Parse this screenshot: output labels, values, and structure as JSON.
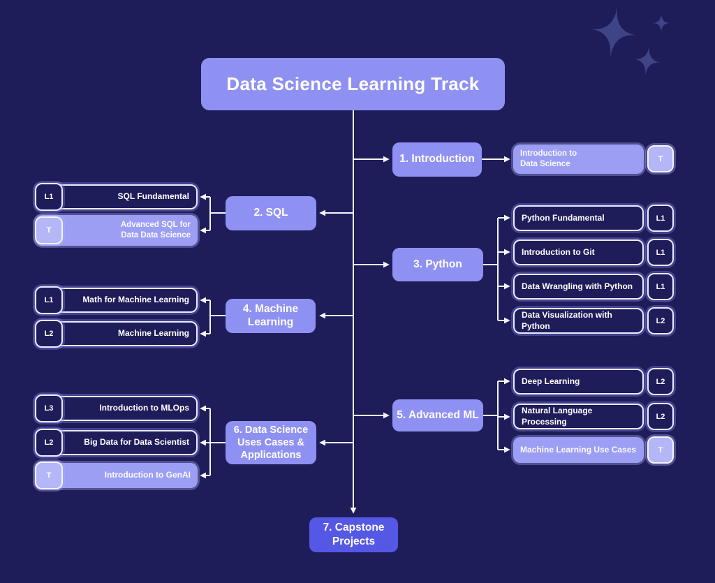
{
  "title": {
    "label": "Data Science Learning Track"
  },
  "branches": [
    {
      "label": "1. Introduction",
      "courses": [
        {
          "name": "Introduction to\nData Science",
          "level": "T"
        }
      ]
    },
    {
      "label": "2. SQL",
      "courses": [
        {
          "name": "SQL Fundamental",
          "level": "L1"
        },
        {
          "name": "Advanced SQL for\nData Data Science",
          "level": "T"
        }
      ]
    },
    {
      "label": "3. Python",
      "courses": [
        {
          "name": "Python Fundamental",
          "level": "L1"
        },
        {
          "name": "Introduction to Git",
          "level": "L1"
        },
        {
          "name": "Data Wrangling with Python",
          "level": "L1"
        },
        {
          "name": "Data Visualization with Python",
          "level": "L2"
        }
      ]
    },
    {
      "label": "4. Machine\nLearning",
      "courses": [
        {
          "name": "Math for Machine Learning",
          "level": "L1"
        },
        {
          "name": "Machine Learning",
          "level": "L2"
        }
      ]
    },
    {
      "label": "5. Advanced ML",
      "courses": [
        {
          "name": "Deep Learning",
          "level": "L2"
        },
        {
          "name": "Natural Language Processing",
          "level": "L2"
        },
        {
          "name": "Machine Learning Use Cases",
          "level": "T"
        }
      ]
    },
    {
      "label": "6. Data Science\nUses Cases &\nApplications",
      "courses": [
        {
          "name": "Introduction to MLOps",
          "level": "L3"
        },
        {
          "name": "Big Data for Data Scientist",
          "level": "L2"
        },
        {
          "name": "Introduction to GenAI",
          "level": "T"
        }
      ]
    }
  ],
  "capstone": {
    "label": "7. Capstone\nProjects"
  },
  "icons": {
    "decoration": "sparkle-icon"
  },
  "colors": {
    "background": "#1f1c5a",
    "node_fill": "#8f91f2",
    "course_filled_fill": "#9c9ef4",
    "badge_filled_fill": "#b4b6f8",
    "capstone_fill": "#5458e5",
    "outline_border": "#e9ebfd",
    "line_color": "#f5f5fd",
    "sparkle_color": "#3f4486",
    "text_color": "#ffffff"
  }
}
